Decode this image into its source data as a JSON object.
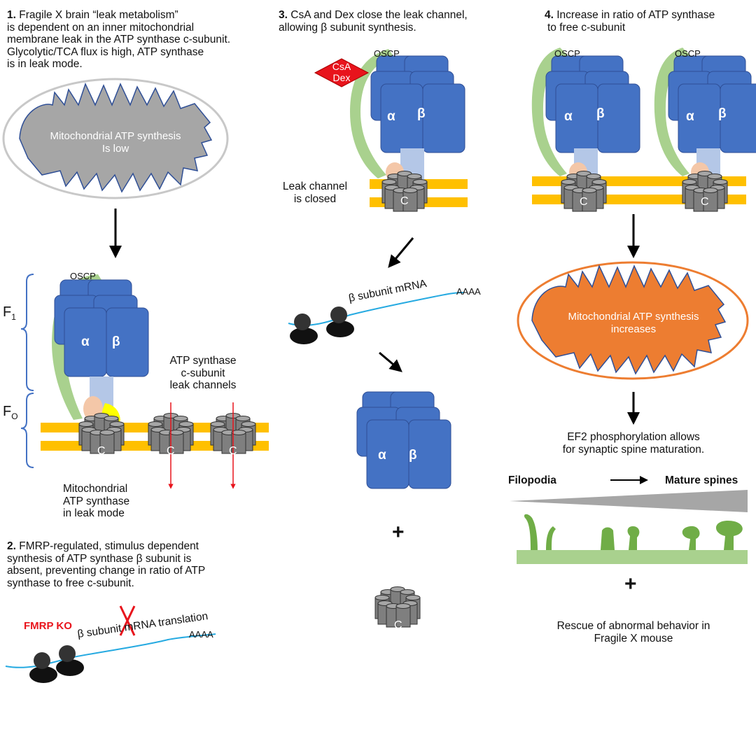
{
  "panel1": {
    "number": "1.",
    "lines": [
      "Fragile X brain “leak metabolism”",
      "is dependent on an inner mitochondrial",
      "membrane leak in the ATP synthase c-subunit.",
      "Glycolytic/TCA flux is high, ATP synthase",
      "is in leak mode."
    ],
    "mito_line1": "Mitochondrial ATP synthesis",
    "mito_line2": "Is low",
    "f1_label": "F",
    "f1_sub": "1",
    "fo_label": "F",
    "fo_sub": "O",
    "oscp": "OSCP",
    "alpha": "α",
    "beta": "β",
    "c": "C",
    "leak_line1": "ATP synthase",
    "leak_line2": "c-subunit",
    "leak_line3": "leak channels",
    "mode_line1": "Mitochondrial",
    "mode_line2": "ATP synthase",
    "mode_line3": "in leak mode"
  },
  "panel2": {
    "number": "2.",
    "lines": [
      "FMRP-regulated, stimulus dependent",
      "synthesis of ATP synthase β subunit is",
      "absent, preventing change in ratio of ATP",
      "synthase to free c-subunit."
    ],
    "fmrp": "FMRP KO",
    "mrna_text": "β subunit mRNA translation",
    "polya": "AAAA"
  },
  "panel3": {
    "number": "3.",
    "line1": "CsA and Dex close the leak channel,",
    "line2": "allowing β subunit synthesis.",
    "drug1": "CsA",
    "drug2": "Dex",
    "oscp": "OSCP",
    "alpha": "α",
    "beta": "β",
    "c": "C",
    "closed1": "Leak channel",
    "closed2": "is closed",
    "mrna_text": "β subunit mRNA",
    "polya": "AAAA",
    "plus": "+"
  },
  "panel4": {
    "number": "4.",
    "line1": "Increase in ratio of ATP synthase",
    "line2": "to free c-subunit",
    "oscp": "OSCP",
    "alpha": "α",
    "beta": "β",
    "c": "C",
    "mito_line1": "Mitochondrial ATP synthesis",
    "mito_line2": "increases",
    "ef2_line1": "EF2 phosphorylation allows",
    "ef2_line2": "for synaptic spine maturation.",
    "filopodia": "Filopodia",
    "mature": "Mature spines",
    "plus": "+",
    "rescue1": "Rescue of abnormal behavior in",
    "rescue2": "Fragile X mouse"
  },
  "colors": {
    "blue_subunit": "#4472c4",
    "blue_stroke": "#2f4f96",
    "membrane": "#ffc000",
    "c_ring": "#7f7f7f",
    "stalk": "#b4c7e7",
    "oscp_green": "#a9d18e",
    "peach": "#f4c7a8",
    "yellow": "#ffff00",
    "mito_gray": "#a6a6a6",
    "mito_orange": "#ed7d31",
    "mrna": "#26aae1",
    "red": "#e8141c",
    "spine_green": "#70ad47"
  }
}
